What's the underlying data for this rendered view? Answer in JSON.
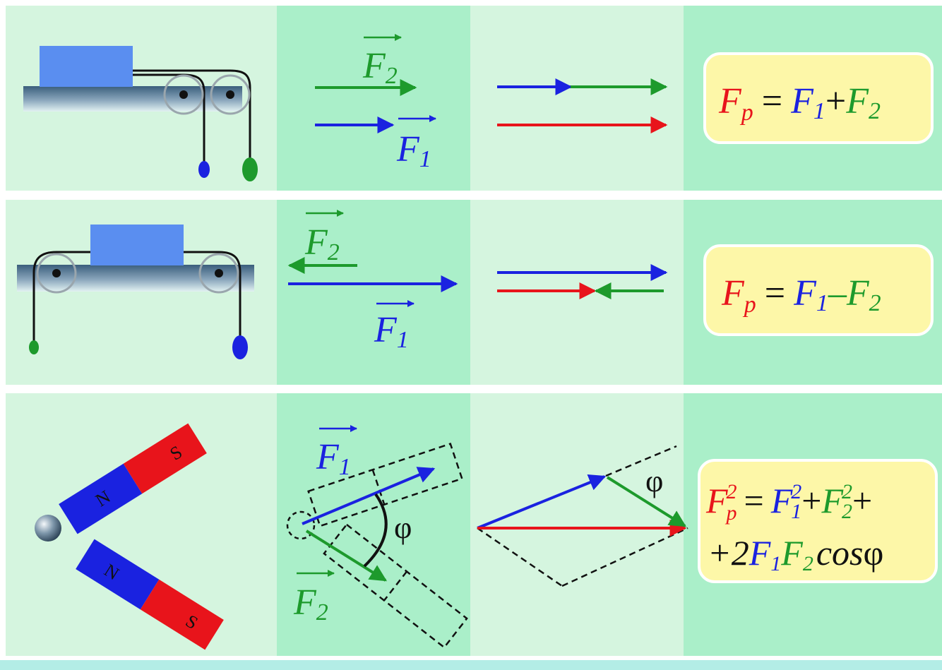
{
  "colors": {
    "resultant": "#e8141b",
    "force1": "#1a22e0",
    "force2": "#1d9a2c",
    "block": "#5a8ef0",
    "formula_bg": "#fdf7a8"
  },
  "labels": {
    "F": "F",
    "one": "1",
    "two": "2",
    "p": "p",
    "sq": "2",
    "phi": "φ"
  },
  "rows": [
    {
      "id": "row-parallel-same",
      "formula": {
        "lhs": "F",
        "lhs_sub": "p",
        "eq": "=",
        "op": "+"
      }
    },
    {
      "id": "row-parallel-opposite",
      "formula": {
        "lhs": "F",
        "lhs_sub": "p",
        "eq": "=",
        "op": "–"
      }
    },
    {
      "id": "row-angle",
      "magnets": {
        "north": "N",
        "south": "S"
      },
      "formula": {
        "eq": "=",
        "plus": "+",
        "line2_prefix": "+2",
        "cos": "cos"
      }
    }
  ]
}
